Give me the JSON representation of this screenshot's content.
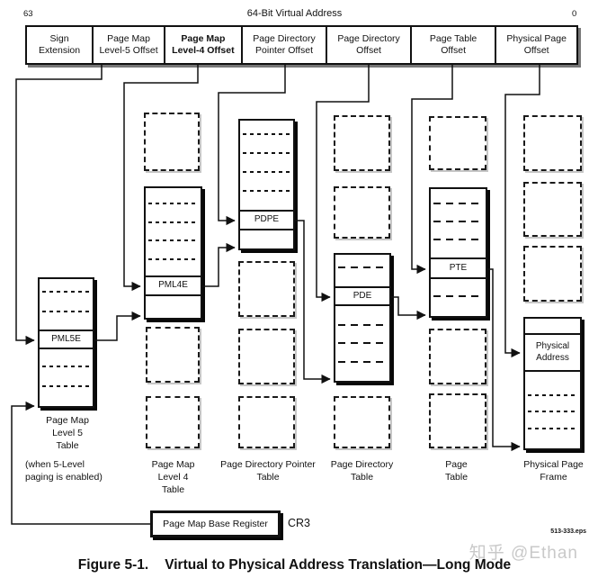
{
  "colors": {
    "ink": "#111111",
    "table_shadow": "#070707",
    "placeholder_shadow": "#c6c6c6",
    "watermark": "#c9c9c9"
  },
  "header": {
    "bit_high": "63",
    "bit_low": "0",
    "title": "64-Bit Virtual Address",
    "fields": [
      {
        "label": "Sign\nExtension"
      },
      {
        "label": "Page Map\nLevel-5 Offset"
      },
      {
        "label": "Page Map\nLevel-4 Offset"
      },
      {
        "label": "Page Directory\nPointer Offset"
      },
      {
        "label": "Page Directory\nOffset"
      },
      {
        "label": "Page Table\nOffset"
      },
      {
        "label": "Physical Page\nOffset"
      }
    ]
  },
  "entries": {
    "pml5e": "PML5E",
    "pml4e": "PML4E",
    "pdpe": "PDPE",
    "pde": "PDE",
    "pte": "PTE",
    "physical_address": "Physical Address"
  },
  "captions": {
    "pml5_table": "Page Map\nLevel 5\nTable",
    "pml5_note": "(when 5-Level\npaging is enabled)",
    "pml4_table": "Page Map\nLevel 4\nTable",
    "pdp_table": "Page Directory Pointer\nTable",
    "pd_table": "Page Directory\nTable",
    "page_table": "Page\nTable",
    "frame": "Physical Page\nFrame"
  },
  "register": {
    "label": "Page Map Base Register",
    "name": "CR3"
  },
  "footer": {
    "eps_ref": "513-333.eps",
    "figure_label": "Figure 5-1.",
    "figure_title": "Virtual to Physical Address Translation—Long Mode",
    "watermark": "知乎 @Ethan"
  }
}
